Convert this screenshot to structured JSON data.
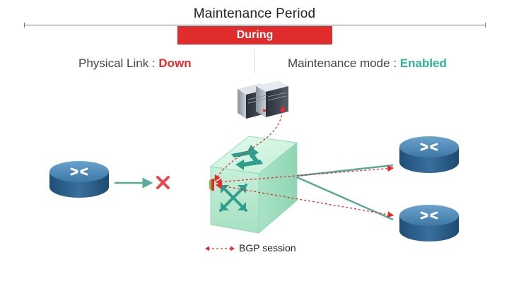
{
  "header": {
    "title": "Maintenance Period",
    "phase": "During"
  },
  "status": {
    "physical_link_label": "Physical Link :",
    "physical_link_value": "Down",
    "maintenance_label": "Maintenance mode :",
    "maintenance_value": "Enabled"
  },
  "legend": {
    "bgp_session": "BGP session"
  },
  "colors": {
    "alert_red": "#e02c2c",
    "enabled_green": "#2fb596",
    "link_teal": "#5aaa99",
    "router_blue": "#3d78a6",
    "switch_green": "#b8ead0"
  },
  "icons": {
    "left_router": "router-icon",
    "servers": "server-icon",
    "switch": "switch-icon",
    "right_routers": "router-icon",
    "link_down_marker": "x-mark-icon"
  }
}
